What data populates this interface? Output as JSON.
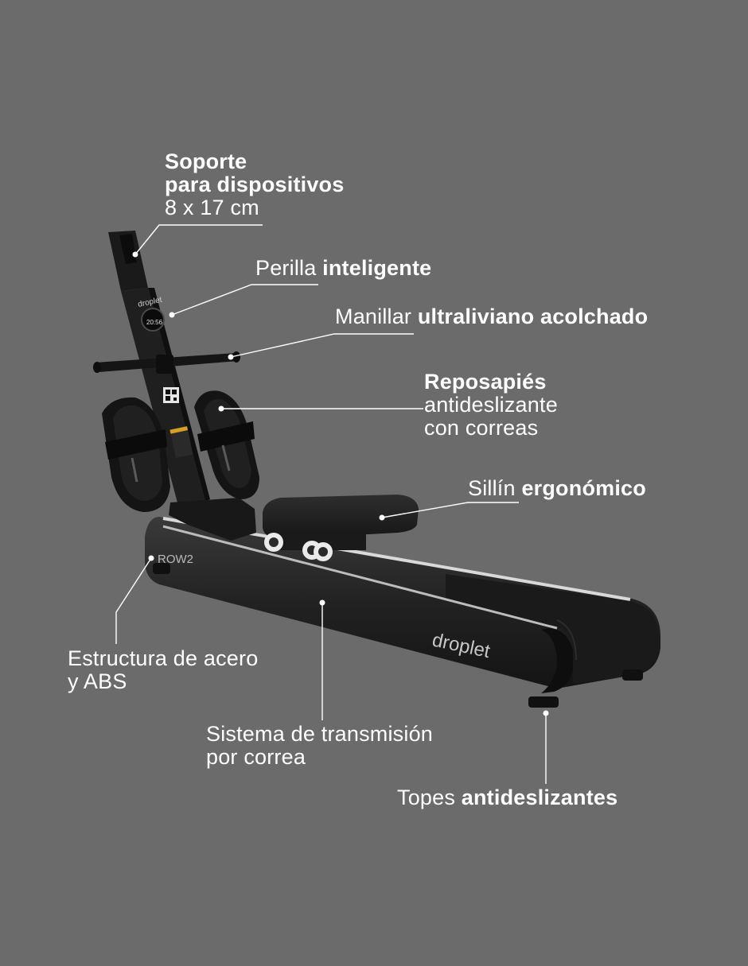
{
  "colors": {
    "background": "#6b6b6b",
    "text": "#ffffff",
    "machine": "#1e1e1e",
    "rail": "#d9d9d9"
  },
  "device_branding": {
    "console_brand": "droplet",
    "console_time": "20:56",
    "model": "ROW2",
    "base_brand": "droplet"
  },
  "labels": {
    "soporte": {
      "line1": "Soporte",
      "line2": "para dispositivos",
      "line3": "8 x 17 cm"
    },
    "perilla": {
      "regular": "Perilla",
      "bold": "inteligente"
    },
    "manillar": {
      "regular": "Manillar",
      "bold": "ultraliviano acolchado"
    },
    "reposapies": {
      "line1": "Reposapiés",
      "line2": "antideslizante",
      "line3": "con correas"
    },
    "sillin": {
      "regular": "Sillín",
      "bold": "ergonómico"
    },
    "estructura": {
      "line1": "Estructura de acero",
      "line2": "y ABS"
    },
    "sistema": {
      "line1": "Sistema de transmisión",
      "line2": "por correa"
    },
    "topes": {
      "regular": "Topes",
      "bold": "antideslizantes"
    }
  }
}
